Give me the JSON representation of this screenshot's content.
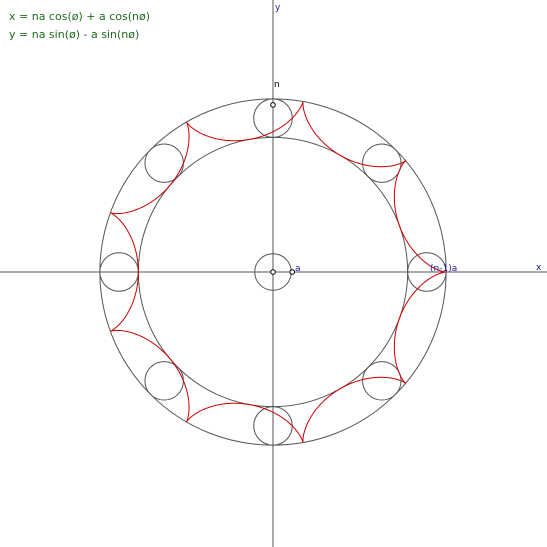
{
  "equations": {
    "x": "x = na cos(ø) + a cos(nø)",
    "y": "y = na sin(ø) - a sin(nø)"
  },
  "axes": {
    "x_label": "x",
    "y_label": "y"
  },
  "labels": {
    "n": "n",
    "a": "a",
    "outer_radius": "(n-1)a"
  },
  "parameters": {
    "n": 8,
    "a": 1
  },
  "colors": {
    "equation_text": "#1f6b1f",
    "curve": "#cc0000",
    "circles": "#555555",
    "axes": "#555555",
    "label_blue": "#1a1aa0"
  }
}
